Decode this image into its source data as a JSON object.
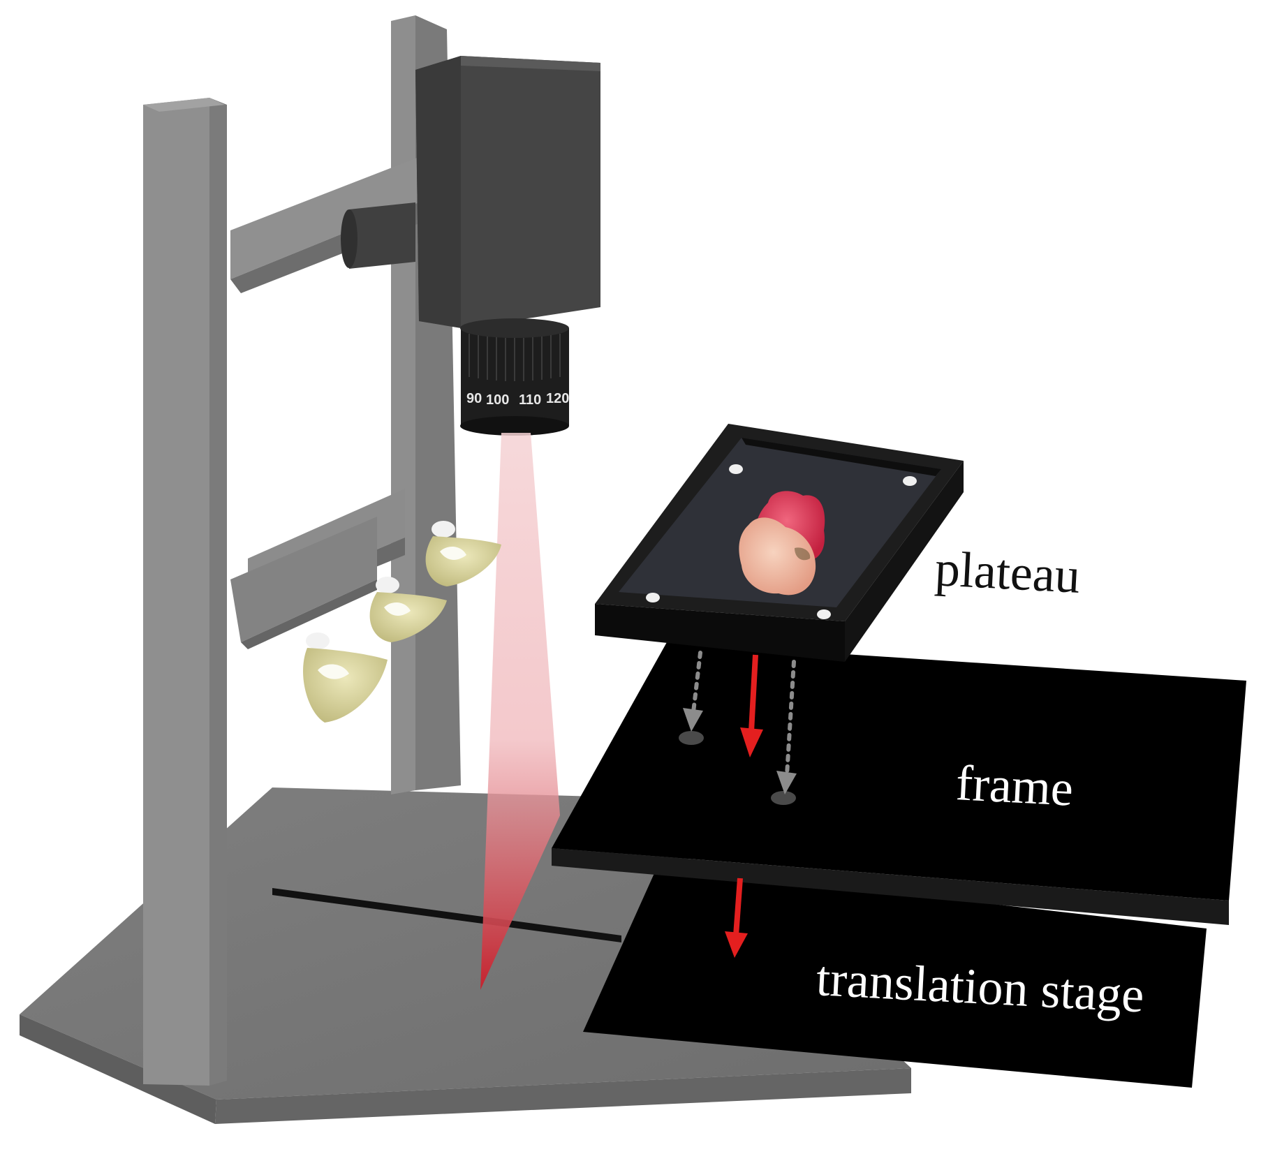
{
  "labels": {
    "plateau": "plateau",
    "frame": "frame",
    "translation_stage": "translation stage"
  },
  "lens_markings": [
    "90",
    "100",
    "110",
    "120"
  ],
  "colors": {
    "background": "#ffffff",
    "rig_gray": "#8a8a8a",
    "camera_body": "#454545",
    "lens_black": "#1d1d1d",
    "laser_beam": "#e8a0a4",
    "arrow_red": "#e41f1f",
    "dotted_arrow_gray": "#8c8c8c",
    "panel_black": "#000000",
    "lamp_shade": "#d6d19a",
    "specimen_red": "#d83a5c",
    "specimen_pale": "#f1b9a0",
    "label_dark": "#111111",
    "label_light": "#ffffff"
  },
  "icons": {
    "camera": "camera-icon",
    "lamp": "lamp-icon",
    "specimen": "tissue-specimen-icon"
  }
}
